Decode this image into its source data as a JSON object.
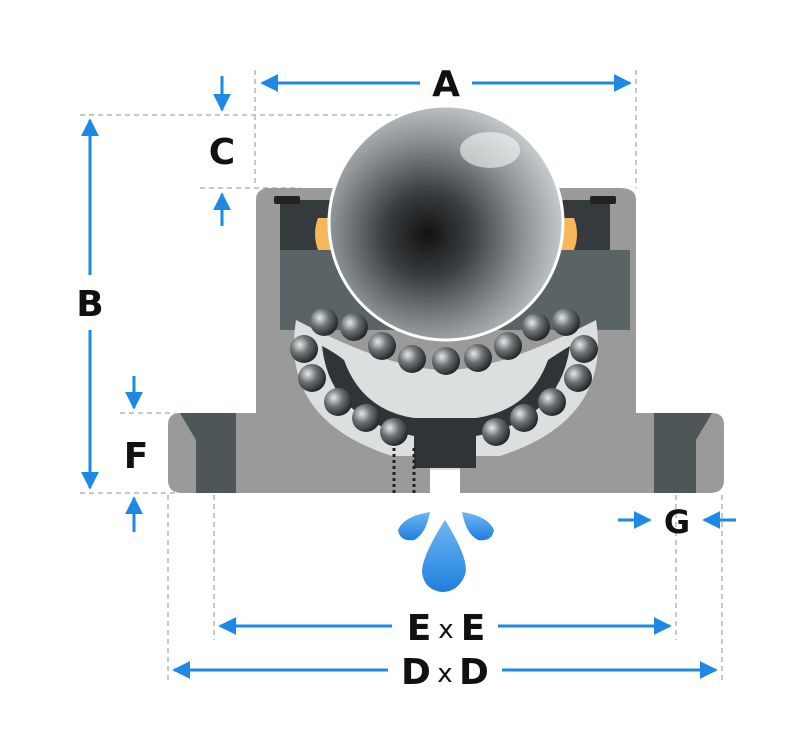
{
  "labels": {
    "a": "A",
    "b": "B",
    "c": "C",
    "d": "D",
    "e": "E",
    "f": "F",
    "g": "G",
    "times": "x"
  },
  "colors": {
    "arrow_blue": "#1e88e5",
    "housing_gray": "#9a9a9a",
    "housing_dark": "#3a3f42",
    "seal_orange": "#f5b75a",
    "drop_blue": "#2f8fe8",
    "dashed_guide": "#b0b8b8"
  }
}
